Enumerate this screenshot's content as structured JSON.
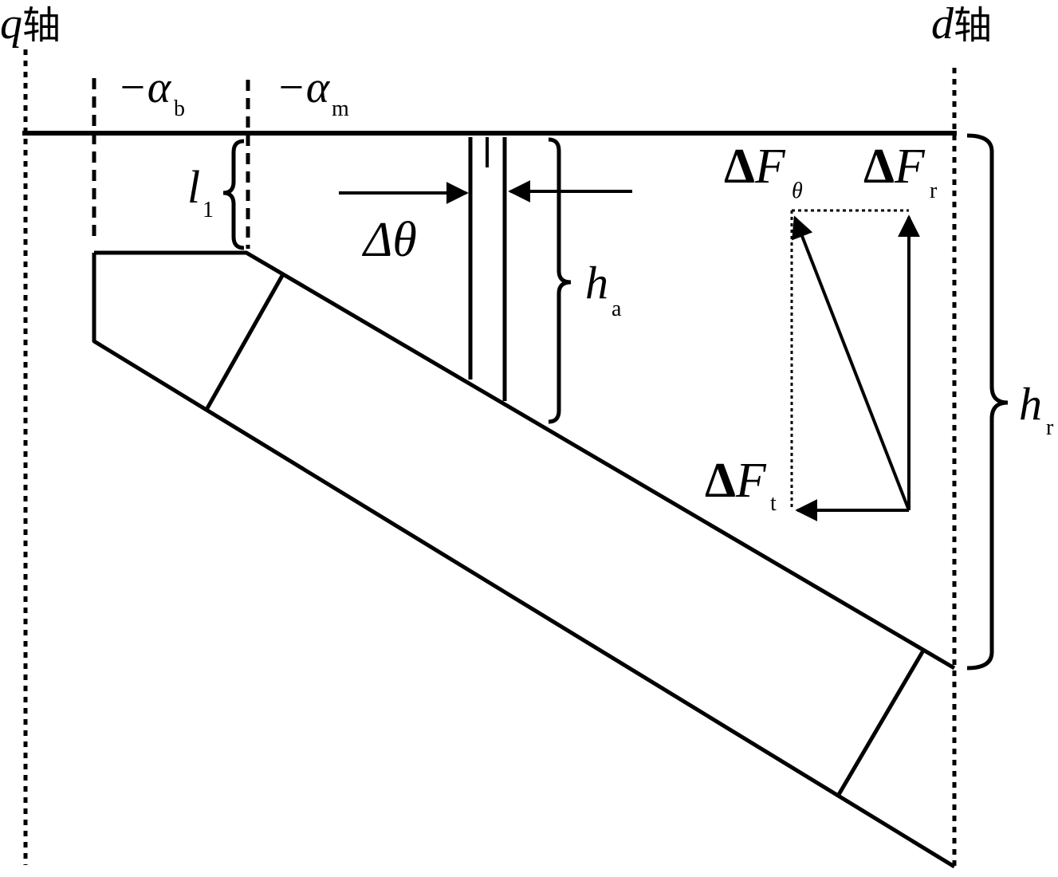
{
  "axes": {
    "q_axis": {
      "letter": "q",
      "suffix": "轴"
    },
    "d_axis": {
      "letter": "d",
      "suffix": "轴"
    }
  },
  "labels": {
    "alpha_b": {
      "main": "−α",
      "sub": "b"
    },
    "alpha_m": {
      "main": "−α",
      "sub": "m"
    },
    "l1": {
      "main": "l",
      "sub": "1"
    },
    "delta_theta": {
      "main": "Δθ"
    },
    "h_a": {
      "main": "h",
      "sub": "a"
    },
    "h_r": {
      "main": "h",
      "sub": "r"
    },
    "dF_theta": {
      "delta": "Δ",
      "main": "F",
      "sub": "θ"
    },
    "dF_r": {
      "delta": "Δ",
      "main": "F",
      "sub": "r"
    },
    "dF_t": {
      "delta": "Δ",
      "main": "F",
      "sub": "t"
    }
  },
  "colors": {
    "ink": "#000000",
    "background": "#ffffff"
  }
}
